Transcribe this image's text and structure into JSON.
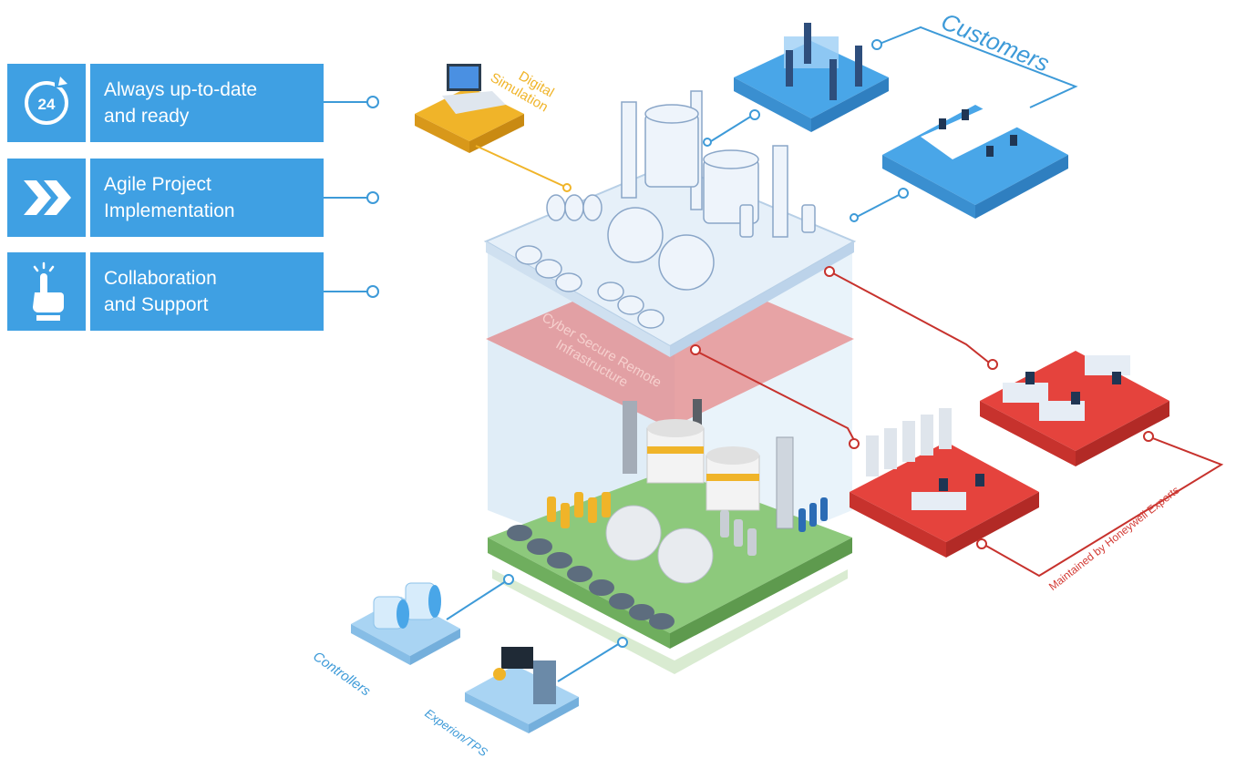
{
  "features": [
    {
      "icon": "24-hour-icon",
      "line1": "Always up-to-date",
      "line2": "and ready"
    },
    {
      "icon": "double-chevron-icon",
      "line1": "Agile Project",
      "line2": "Implementation"
    },
    {
      "icon": "touch-hand-icon",
      "line1": "Collaboration",
      "line2": "and Support"
    }
  ],
  "icon_glyphs": {
    "twentyfour": "24"
  },
  "labels": {
    "digital_simulation_1": "Digital",
    "digital_simulation_2": "Simulation",
    "customers": "Customers",
    "cyber_1": "Cyber Secure Remote",
    "cyber_2": "Infrastructure",
    "maintained": "Maintained by Honeywell Experts",
    "controllers": "Controllers",
    "experion": "Experion/TPS"
  },
  "colors": {
    "feature_blue": "#3fa0e3",
    "connector_blue": "#3d9ad8",
    "simulation_yellow": "#f0b429",
    "customers_blue": "#49a6e8",
    "cyber_red": "#e5433d",
    "plant_green": "#8dc97c"
  }
}
